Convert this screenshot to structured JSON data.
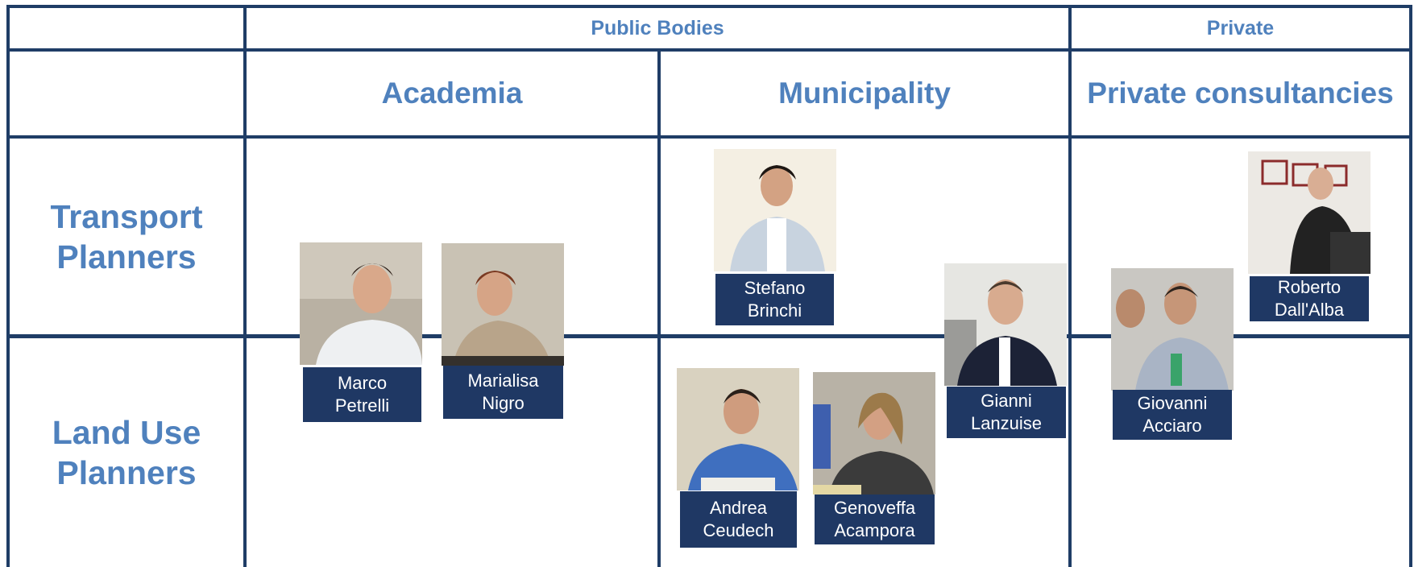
{
  "headers": {
    "public_bodies": "Public Bodies",
    "private": "Private",
    "academia": "Academia",
    "municipality": "Municipality",
    "private_consultancies": "Private consultancies"
  },
  "rows": {
    "transport": {
      "line1": "Transport",
      "line2": "Planners"
    },
    "land_use": {
      "line1": "Land Use",
      "line2": "Planners"
    }
  },
  "people": {
    "marco": {
      "first": "Marco",
      "last": "Petrelli"
    },
    "marialisa": {
      "first": "Marialisa",
      "last": "Nigro"
    },
    "stefano": {
      "first": "Stefano",
      "last": "Brinchi"
    },
    "gianni": {
      "first": "Gianni",
      "last": "Lanzuise"
    },
    "andrea": {
      "first": "Andrea",
      "last": "Ceudech"
    },
    "genoveffa": {
      "first": "Genoveffa",
      "last": "Acampora"
    },
    "giovanni": {
      "first": "Giovanni",
      "last": "Acciaro"
    },
    "roberto": {
      "first": "Roberto",
      "last": "Dall'Alba"
    }
  },
  "colors": {
    "header_text": "#4f81bd",
    "grid_lines": "#1f3d66",
    "nameplate_bg": "#1f3864",
    "nameplate_text": "#ffffff"
  }
}
